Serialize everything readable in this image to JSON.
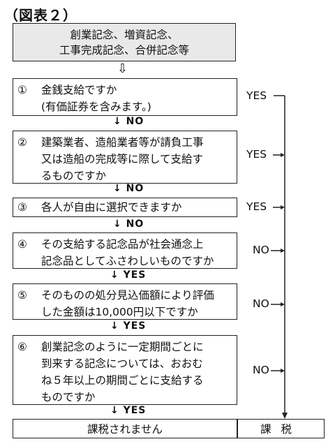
{
  "figure_label": "（図表２）",
  "start": {
    "line1": "創業記念、増資記念、",
    "line2": "工事完成記念、合併記念等"
  },
  "start_arrow": "⇩",
  "questions": [
    {
      "num": "①",
      "lines": [
        "金銭支給ですか",
        "(有価証券を含みます。)"
      ],
      "side_label": "YES",
      "down_label": "↓ NO"
    },
    {
      "num": "②",
      "lines": [
        "建築業者、造船業者等が請負工事",
        "又は造船の完成等に際して支給す",
        "るものですか"
      ],
      "side_label": "YES",
      "down_label": "↓ NO"
    },
    {
      "num": "③",
      "lines": [
        "各人が自由に選択できますか"
      ],
      "side_label": "YES",
      "down_label": "↓ NO"
    },
    {
      "num": "④",
      "lines": [
        "その支給する記念品が社会通念上",
        "記念品としてふさわしいものですか"
      ],
      "side_label": "NO",
      "down_label": "↓ YES"
    },
    {
      "num": "⑤",
      "lines": [
        "そのものの処分見込価額により評価",
        "した金額は10,000円以下ですか"
      ],
      "side_label": "NO",
      "down_label": "↓ YES"
    },
    {
      "num": "⑥",
      "lines": [
        "創業記念のように一定期間ごとに",
        "到来する記念については、おおむ",
        "ね５年以上の期間ごとに支給する",
        "ものですか"
      ],
      "side_label": "NO",
      "down_label": "↓ YES"
    }
  ],
  "result_no_tax": "課税されません",
  "result_tax": "課税"
}
